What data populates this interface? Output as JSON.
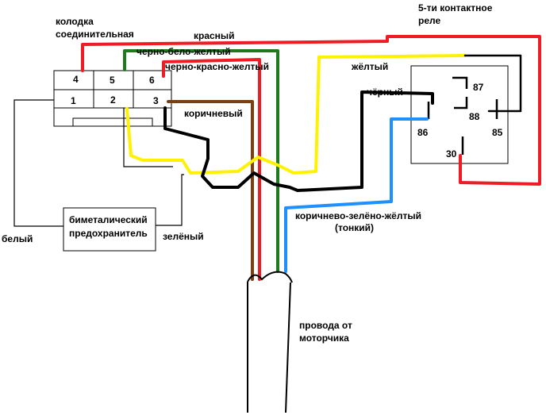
{
  "labels": {
    "connector_block": [
      "колодка",
      "соединительная"
    ],
    "relay": [
      "5-ти контактное",
      "реле"
    ],
    "red": "красный",
    "black_white_yellow": "черно-бело-желтый",
    "black_red_yellow": "черно-красно-желтый",
    "yellow": "жёлтый",
    "black": "чёрный",
    "brown": "коричневый",
    "brown_green_yellow": [
      "коричнево-зелёно-жёлтый",
      "(тонкий)"
    ],
    "fuse": [
      "биметалический",
      "предохранитель"
    ],
    "white": "белый",
    "green": "зелёный",
    "motor_wires": [
      "провода от",
      "моторчика"
    ]
  },
  "connector_pins": [
    "4",
    "5",
    "6",
    "1",
    "2",
    "3"
  ],
  "relay_pins": [
    "87",
    "88",
    "86",
    "85",
    "30"
  ],
  "colors": {
    "red": "#ee1c24",
    "green": "#1f7a1f",
    "yellow": "#fff200",
    "black": "#000000",
    "brown": "#7a3f12",
    "blue": "#1e90ff"
  }
}
